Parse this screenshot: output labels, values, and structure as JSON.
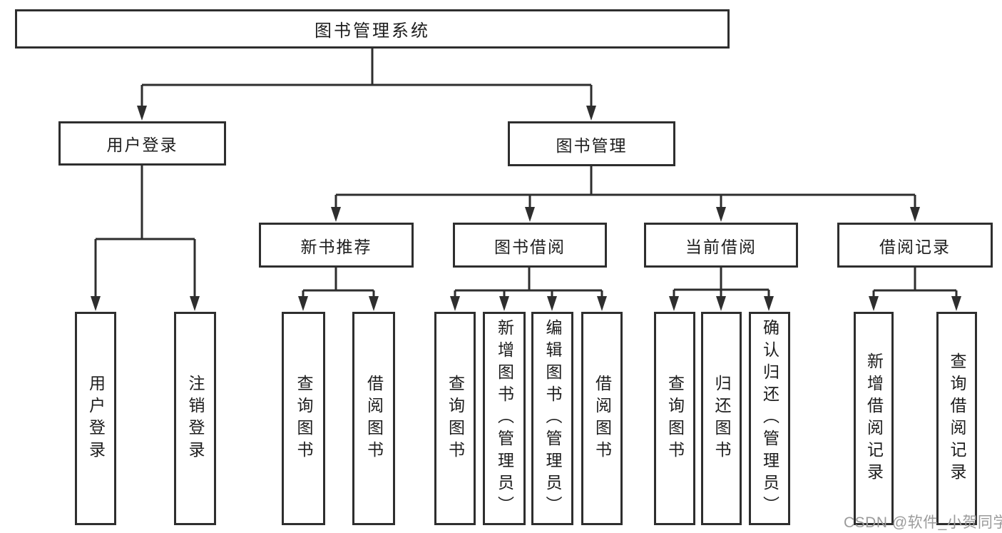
{
  "diagram": {
    "type": "hierarchy-tree",
    "colors": {
      "line": "#2e2e2e",
      "box_border": "#2e2e2e",
      "box_fill": "#ffffff",
      "text": "#1d1d1d",
      "watermark": "#9b9b9b",
      "background": "#ffffff"
    },
    "nodes": {
      "root": {
        "label": "图书管理系统"
      },
      "userLogin": {
        "label": "用户登录"
      },
      "bookMgmt": {
        "label": "图书管理"
      },
      "newBookRec": {
        "label": "新书推荐"
      },
      "bookBorrow": {
        "label": "图书借阅"
      },
      "currentBorrow": {
        "label": "当前借阅"
      },
      "borrowRecords": {
        "label": "借阅记录"
      },
      "loginLeaf": {
        "label": "用户登录"
      },
      "logoutLeaf": {
        "label": "注销登录"
      },
      "nbQuery": {
        "label": "查询图书"
      },
      "nbBorrow": {
        "label": "借阅图书"
      },
      "bbQuery": {
        "label": "查询图书"
      },
      "bbAdd": {
        "label": "新增图书（管理员）"
      },
      "bbEdit": {
        "label": "编辑图书（管理员）"
      },
      "bbBorrow": {
        "label": "借阅图书"
      },
      "cbQuery": {
        "label": "查询图书"
      },
      "cbReturn": {
        "label": "归还图书"
      },
      "cbConfirm": {
        "label": "确认归还（管理员）"
      },
      "brAdd": {
        "label": "新增借阅记录"
      },
      "brQuery": {
        "label": "查询借阅记录"
      }
    },
    "edges": [
      "root->userLogin",
      "root->bookMgmt",
      "userLogin->loginLeaf",
      "userLogin->logoutLeaf",
      "bookMgmt->newBookRec",
      "bookMgmt->bookBorrow",
      "bookMgmt->currentBorrow",
      "bookMgmt->borrowRecords",
      "newBookRec->nbQuery",
      "newBookRec->nbBorrow",
      "bookBorrow->bbQuery",
      "bookBorrow->bbAdd",
      "bookBorrow->bbEdit",
      "bookBorrow->bbBorrow",
      "currentBorrow->cbQuery",
      "currentBorrow->cbReturn",
      "currentBorrow->cbConfirm",
      "borrowRecords->brAdd",
      "borrowRecords->brQuery"
    ],
    "watermark": "CSDN @软件_小贺同学"
  }
}
